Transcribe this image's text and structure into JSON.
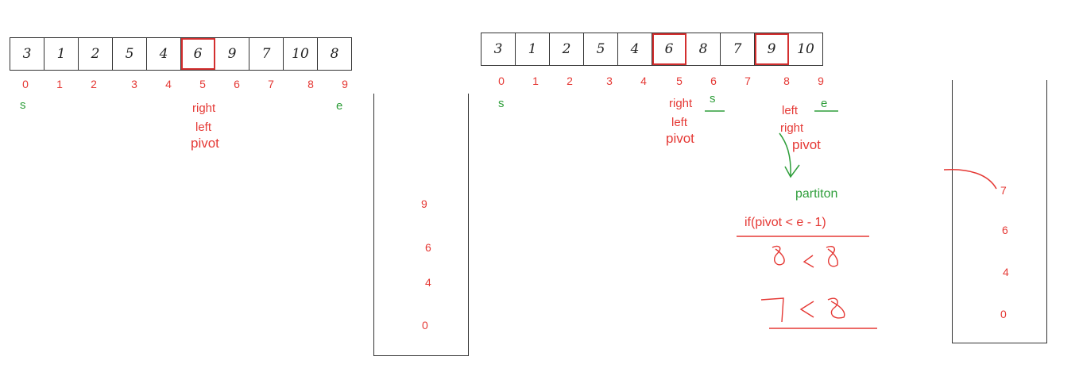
{
  "left_panel": {
    "cells": [
      "3",
      "1",
      "2",
      "5",
      "4",
      "6",
      "9",
      "7",
      "10",
      "8"
    ],
    "highlight_index": 5,
    "indices": [
      "0",
      "1",
      "2",
      "3",
      "4",
      "5",
      "6",
      "7",
      "8",
      "9"
    ],
    "labels": {
      "s": "s",
      "e": "e",
      "right": "right",
      "left": "left",
      "pivot": "pivot"
    },
    "stack": [
      "9",
      "6",
      "4",
      "0"
    ]
  },
  "right_panel": {
    "cells": [
      "3",
      "1",
      "2",
      "5",
      "4",
      "6",
      "8",
      "7",
      "9",
      "10"
    ],
    "highlight_indices": [
      5,
      8
    ],
    "indices": [
      "0",
      "1",
      "2",
      "3",
      "4",
      "5",
      "6",
      "7",
      "8",
      "9"
    ],
    "labels": {
      "s_start": "s",
      "right_a": "right",
      "s_a": "s",
      "left_a": "left",
      "pivot_a": "pivot",
      "left_b": "left",
      "e_b": "e",
      "right_b": "right",
      "pivot_b": "pivot",
      "partition": "partiton",
      "condition": "if(pivot < e - 1)"
    },
    "stack": [
      "7",
      "6",
      "4",
      "0"
    ]
  },
  "colors": {
    "red": "#e53935",
    "green": "#2e9e3a",
    "border": "#333333"
  }
}
